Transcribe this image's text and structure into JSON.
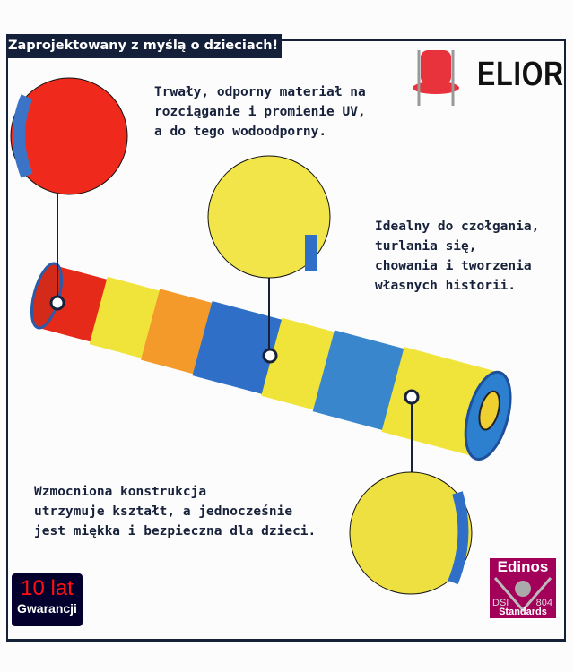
{
  "header": {
    "title": "Zaprojektowany z myślą o dzieciach!"
  },
  "brand": {
    "name": "ELIOR"
  },
  "features": [
    {
      "lines": [
        "Trwały, odporny materiał na",
        "rozciąganie i promienie UV,",
        "a do tego wodoodporny."
      ]
    },
    {
      "lines": [
        "Idealny do czołgania,",
        "turlania się,",
        "chowania i tworzenia",
        "własnych historii."
      ]
    },
    {
      "lines": [
        "Wzmocniona konstrukcja",
        "utrzymuje kształt, a jednocześnie",
        "jest miękka i bezpieczna dla dzieci."
      ]
    }
  ],
  "badges": {
    "warranty_years": "10 lat",
    "warranty_label": "Gwarancji",
    "cert_brand": "Edinos",
    "cert_left": "DSI",
    "cert_right": "804",
    "cert_label": "Standards"
  }
}
